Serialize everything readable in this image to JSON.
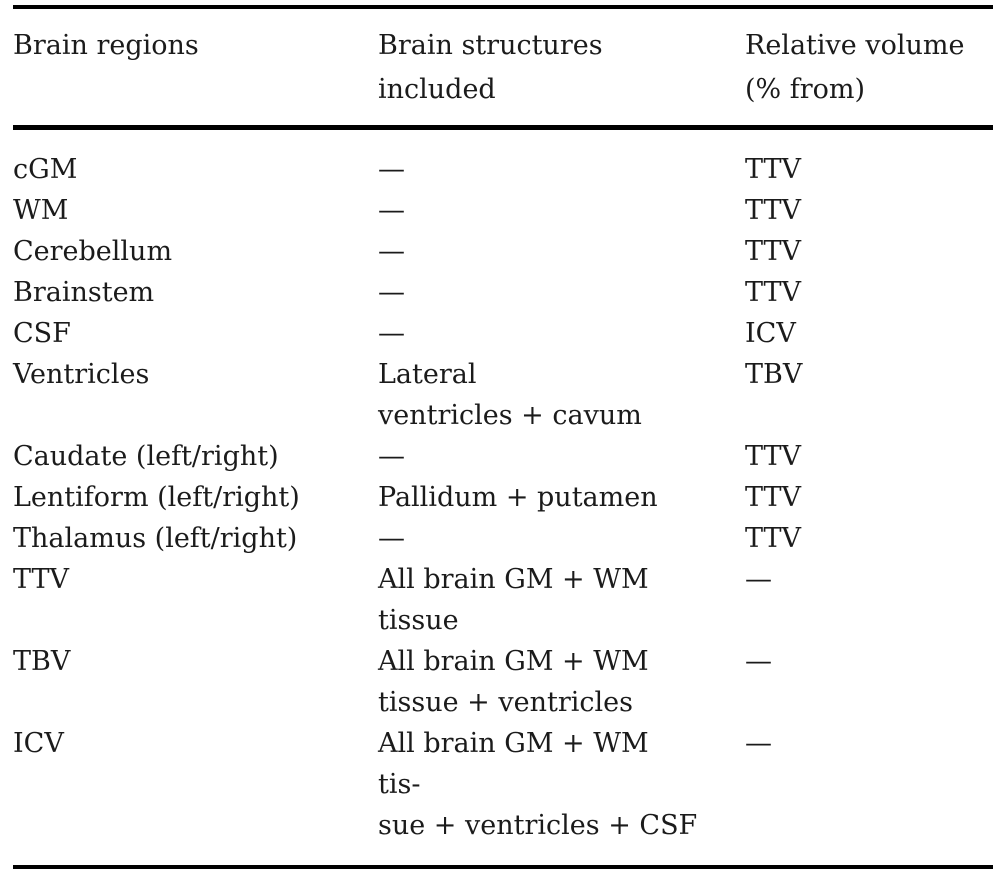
{
  "table": {
    "headers": [
      "Brain regions",
      "Brain structures\nincluded",
      "Relative volume\n(% from)"
    ],
    "rows": [
      {
        "region": "cGM",
        "structures": "—",
        "relative": "TTV"
      },
      {
        "region": "WM",
        "structures": "—",
        "relative": "TTV"
      },
      {
        "region": "Cerebellum",
        "structures": "—",
        "relative": "TTV"
      },
      {
        "region": "Brainstem",
        "structures": "—",
        "relative": "TTV"
      },
      {
        "region": "CSF",
        "structures": "—",
        "relative": "ICV"
      },
      {
        "region": "Ventricles",
        "structures": "Lateral\nventricles + cavum",
        "relative": "TBV"
      },
      {
        "region": "Caudate (left/right)",
        "structures": "—",
        "relative": "TTV"
      },
      {
        "region": "Lentiform (left/right)",
        "structures": "Pallidum + putamen",
        "relative": "TTV"
      },
      {
        "region": "Thalamus (left/right)",
        "structures": "—",
        "relative": "TTV"
      },
      {
        "region": "TTV",
        "structures": "All brain GM + WM\ntissue",
        "relative": "—"
      },
      {
        "region": "TBV",
        "structures": "All brain GM + WM\ntissue + ventricles",
        "relative": "—"
      },
      {
        "region": "ICV",
        "structures": "All brain GM + WM\ntis-\nsue + ventricles + CSF",
        "relative": "—"
      }
    ],
    "colors": {
      "text": "#1b1b1b",
      "rule": "#000000",
      "background": "#ffffff"
    }
  }
}
